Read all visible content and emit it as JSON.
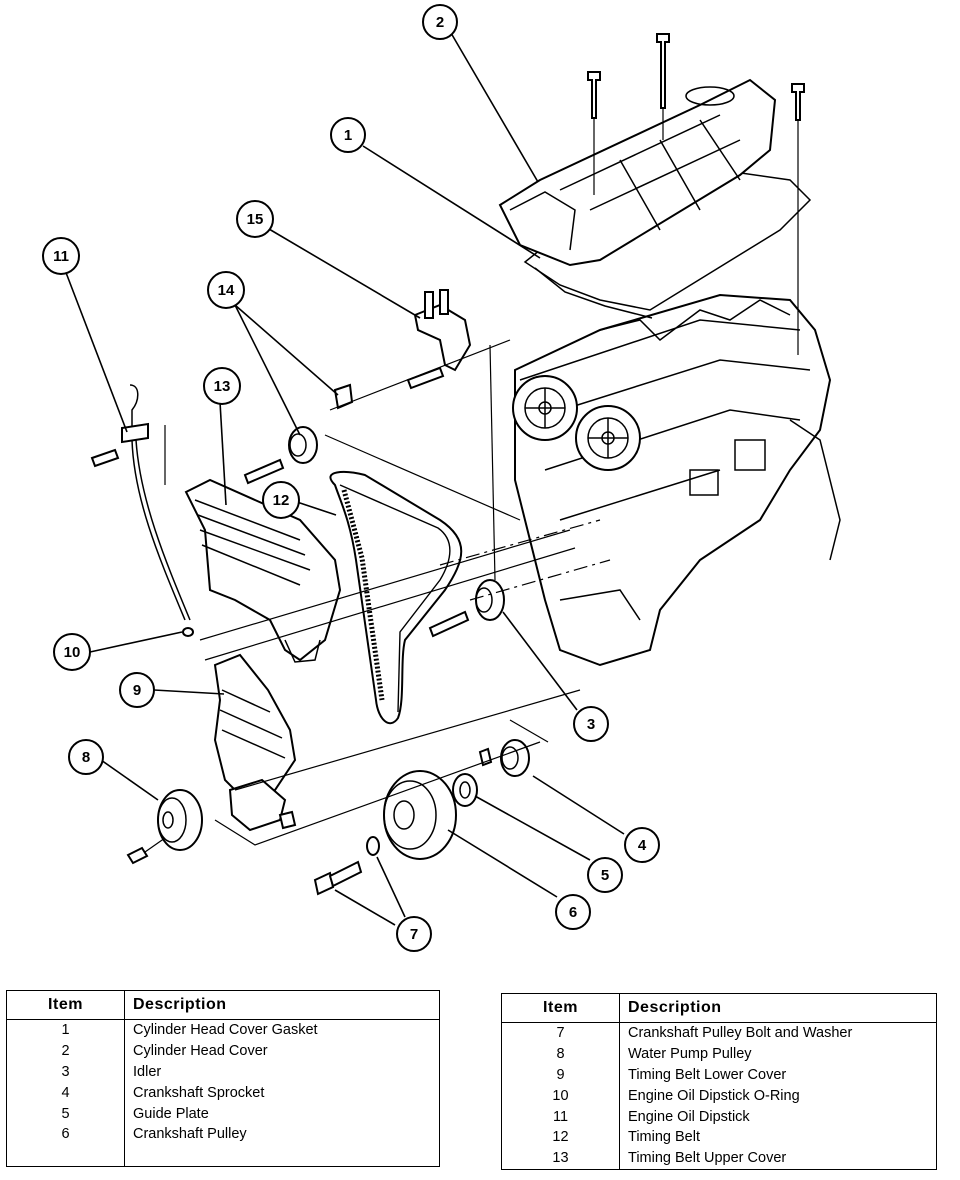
{
  "callouts": [
    "1",
    "2",
    "3",
    "4",
    "5",
    "6",
    "7",
    "8",
    "9",
    "10",
    "11",
    "12",
    "13",
    "14",
    "15"
  ],
  "legend_headers": {
    "item": "Item",
    "description": "Description"
  },
  "legend_left": [
    {
      "item": "1",
      "description": "Cylinder Head Cover Gasket"
    },
    {
      "item": "2",
      "description": "Cylinder Head Cover"
    },
    {
      "item": "3",
      "description": "Idler"
    },
    {
      "item": "4",
      "description": "Crankshaft Sprocket"
    },
    {
      "item": "5",
      "description": "Guide Plate"
    },
    {
      "item": "6",
      "description": "Crankshaft Pulley"
    }
  ],
  "legend_right": [
    {
      "item": "7",
      "description": "Crankshaft Pulley Bolt and Washer"
    },
    {
      "item": "8",
      "description": "Water Pump Pulley"
    },
    {
      "item": "9",
      "description": "Timing Belt Lower Cover"
    },
    {
      "item": "10",
      "description": "Engine Oil Dipstick O-Ring"
    },
    {
      "item": "11",
      "description": "Engine Oil Dipstick"
    },
    {
      "item": "12",
      "description": "Timing Belt"
    },
    {
      "item": "13",
      "description": "Timing Belt Upper Cover"
    }
  ]
}
